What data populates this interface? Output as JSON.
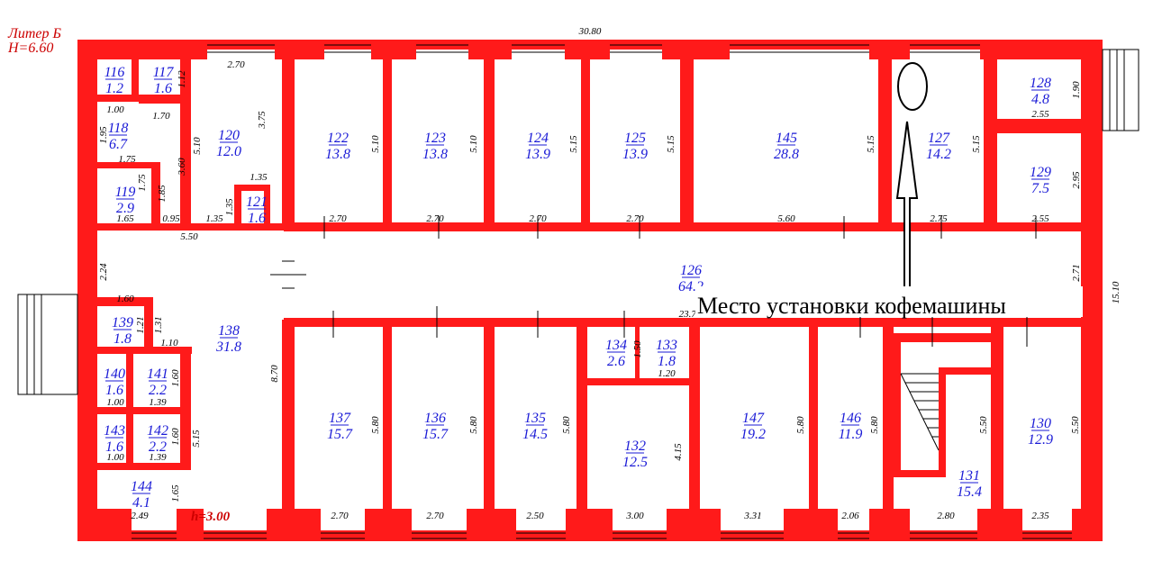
{
  "header": {
    "liter": "Литер Б",
    "height": "H=6.60",
    "inner_height": "h=3.00"
  },
  "annotation": "Место установки кофемашины",
  "rooms": [
    {
      "num": "116",
      "area": "1.2"
    },
    {
      "num": "117",
      "area": "1.6"
    },
    {
      "num": "118",
      "area": "6.7"
    },
    {
      "num": "119",
      "area": "2.9"
    },
    {
      "num": "120",
      "area": "12.0"
    },
    {
      "num": "121",
      "area": "1.6"
    },
    {
      "num": "122",
      "area": "13.8"
    },
    {
      "num": "123",
      "area": "13.8"
    },
    {
      "num": "124",
      "area": "13.9"
    },
    {
      "num": "125",
      "area": "13.9"
    },
    {
      "num": "145",
      "area": "28.8"
    },
    {
      "num": "127",
      "area": "14.2"
    },
    {
      "num": "128",
      "area": "4.8"
    },
    {
      "num": "129",
      "area": "7.5"
    },
    {
      "num": "126",
      "area": "64.2"
    },
    {
      "num": "138",
      "area": "31.8"
    },
    {
      "num": "139",
      "area": "1.8"
    },
    {
      "num": "140",
      "area": "1.6"
    },
    {
      "num": "141",
      "area": "2.2"
    },
    {
      "num": "143",
      "area": "1.6"
    },
    {
      "num": "142",
      "area": "2.2"
    },
    {
      "num": "144",
      "area": "4.1"
    },
    {
      "num": "137",
      "area": "15.7"
    },
    {
      "num": "136",
      "area": "15.7"
    },
    {
      "num": "135",
      "area": "14.5"
    },
    {
      "num": "134",
      "area": "2.6"
    },
    {
      "num": "133",
      "area": "1.8"
    },
    {
      "num": "132",
      "area": "12.5"
    },
    {
      "num": "147",
      "area": "19.2"
    },
    {
      "num": "146",
      "area": "11.9"
    },
    {
      "num": "131",
      "area": "15.4"
    },
    {
      "num": "130",
      "area": "12.9"
    }
  ],
  "dims": [
    "30.80",
    "2.70",
    "1.12",
    "1.00",
    "1.70",
    "1.95",
    "5.10",
    "3.75",
    "3.60",
    "1.75",
    "1.75",
    "1.85",
    "1.35",
    "1.35",
    "1.65",
    "0.95",
    "1.35",
    "5.50",
    "5.10",
    "5.10",
    "5.15",
    "5.15",
    "5.15",
    "5.15",
    "1.90",
    "2.55",
    "2.95",
    "2.70",
    "2.70",
    "2.70",
    "2.70",
    "5.60",
    "2.75",
    "2.55",
    "2.24",
    "2.71",
    "15.10",
    "1.60",
    "1.21",
    "1.31",
    "1.10",
    "23.70",
    "1.50",
    "1.20",
    "1.00",
    "1.39",
    "1.60",
    "1.00",
    "1.39",
    "1.60",
    "5.15",
    "8.70",
    "1.65",
    "2.49",
    "5.80",
    "5.80",
    "5.80",
    "4.15",
    "5.80",
    "5.80",
    "5.50",
    "5.50",
    "2.70",
    "2.70",
    "2.50",
    "3.00",
    "3.31",
    "2.06",
    "2.80",
    "2.35"
  ]
}
